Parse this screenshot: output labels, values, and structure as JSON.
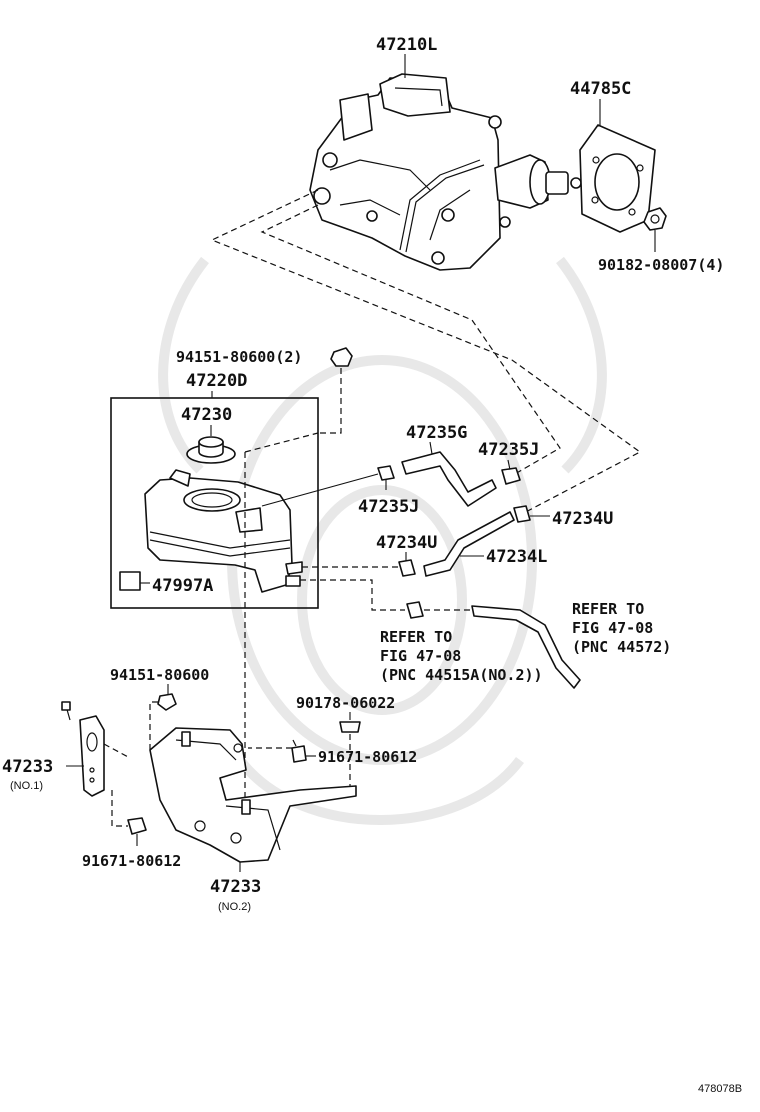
{
  "labels": {
    "booster_assy": "47210L",
    "gasket": "44785C",
    "booster_nut": "90182-08007(4)",
    "reservoir_nut": "94151-80600(2)",
    "reservoir_assy": "47220D",
    "cap": "47230",
    "hose_g": "47235G",
    "clip_j_upper": "47235J",
    "clip_j_lower": "47235J",
    "clip_u_right": "47234U",
    "clip_u_left": "47234U",
    "hose_l": "47234L",
    "label_plate": "47997A",
    "refer_left_1": "REFER TO",
    "refer_left_2": "FIG 47-08",
    "refer_left_3": "(PNC 44515A(NO.2))",
    "refer_right_1": "REFER TO",
    "refer_right_2": "FIG 47-08",
    "refer_right_3": "(PNC 44572)",
    "nut_bracket": "94151-80600",
    "bolt_upper": "90178-06022",
    "bolt_right": "91671-80612",
    "bolt_left": "91671-80612",
    "bracket_no1": "47233",
    "bracket_no1_sub": "(NO.1)",
    "bracket_no2": "47233",
    "bracket_no2_sub": "(NO.2)",
    "figure_id": "478078B"
  }
}
